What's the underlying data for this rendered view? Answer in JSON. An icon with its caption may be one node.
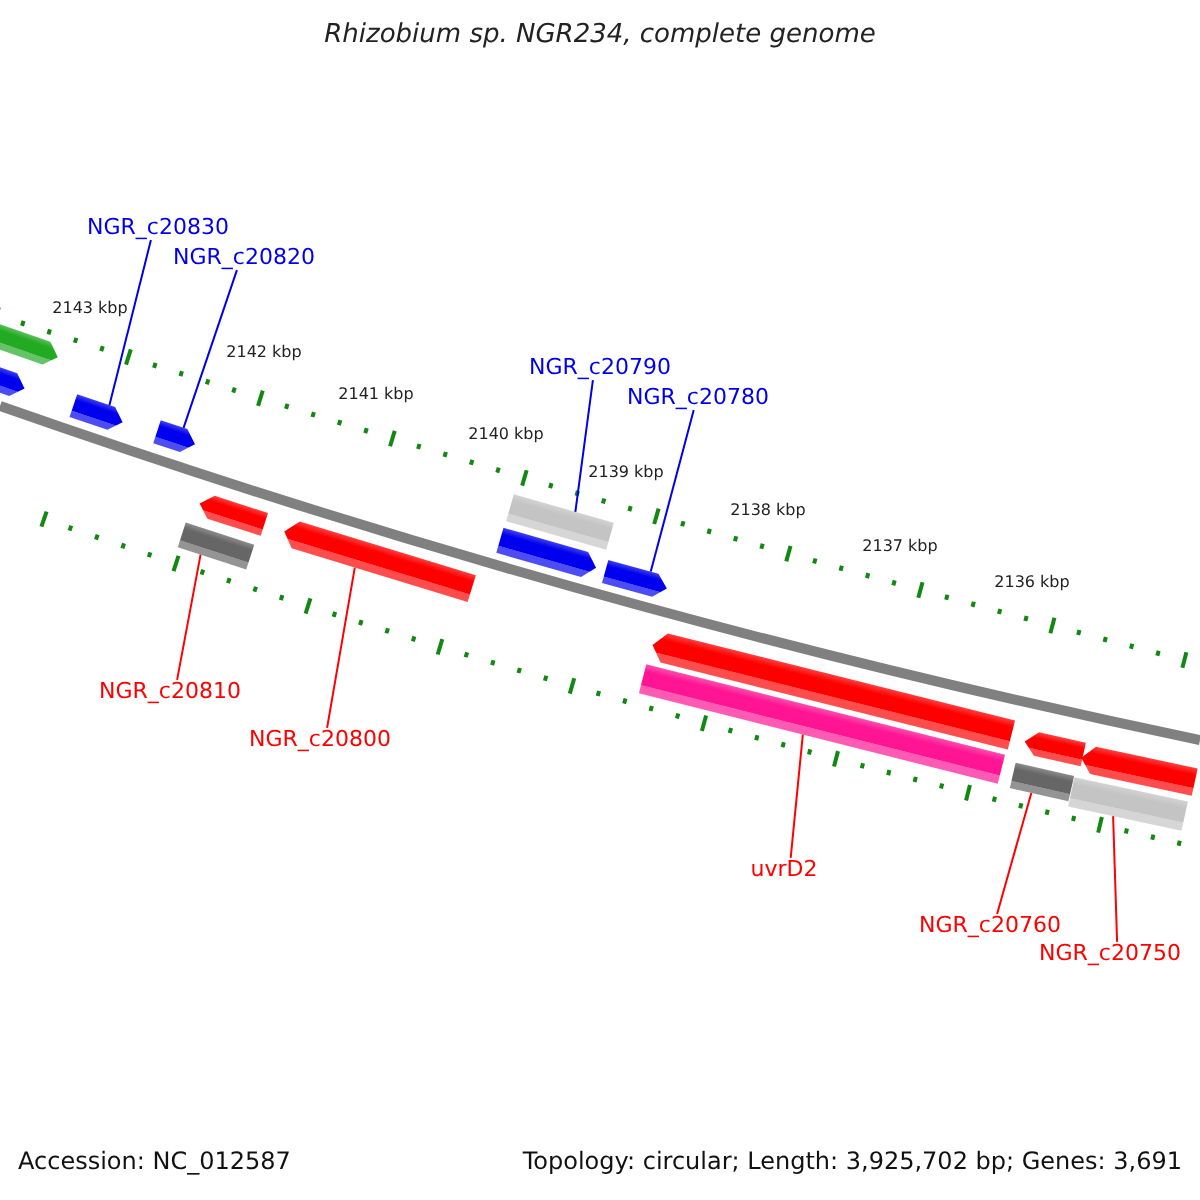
{
  "diagram": {
    "title": "Rhizobium sp. NGR234, complete genome",
    "nodes": [
      {
        "text": [
          "NGR_c20830"
        ]
      },
      {
        "text": [],
        "shape": "bar"
      },
      {
        "text": [
          "NGR_c20820"
        ]
      },
      {
        "text": [],
        "shape": "bar"
      },
      {
        "text": [
          "NGR_c20790"
        ]
      },
      {
        "text": [],
        "shape": "bar"
      },
      {
        "text": [
          "NGR_c20780"
        ]
      },
      {
        "text": [],
        "shape": "bar"
      },
      {
        "text": [
          "NGR_c20810"
        ]
      },
      {
        "text": [],
        "shape": "bar"
      },
      {
        "text": [
          "NGR_c20800"
        ]
      },
      {
        "text": [],
        "shape": "bar"
      },
      {
        "text": [
          "uvrD2"
        ]
      },
      {
        "text": [],
        "shape": "bar"
      },
      {
        "text": [
          "NGR_c20760"
        ]
      },
      {
        "text": [],
        "shape": "bar"
      },
      {
        "text": [
          "NGR_c20750"
        ]
      },
      {
        "text": [],
        "shape": "bar"
      },
      {
        "text": [],
        "shape": "bar"
      },
      {
        "text": [],
        "shape": "bar"
      },
      {
        "text": [],
        "shape": "bar"
      },
      {
        "text": [],
        "shape": "bar"
      },
      {
        "text": [],
        "shape": "bar"
      },
      {
        "text": [],
        "shape": "bar"
      },
      {
        "text": [],
        "shape": "bar"
      }
    ],
    "edges": [
      {
        "from": 0,
        "to": 1,
        "arrow": "none",
        "color": "#0000ee"
      },
      {
        "from": 2,
        "to": 3,
        "arrow": "none",
        "color": "#0000ee"
      },
      {
        "from": 4,
        "to": 5,
        "arrow": "none",
        "color": "#0000ee"
      },
      {
        "from": 6,
        "to": 7,
        "arrow": "none",
        "color": "#0000ee"
      },
      {
        "from": 8,
        "to": 9,
        "arrow": "none"
      },
      {
        "from": 10,
        "to": 11,
        "arrow": "none"
      },
      {
        "from": 12,
        "to": 13,
        "arrow": "none"
      },
      {
        "from": 14,
        "to": 15,
        "arrow": "none"
      },
      {
        "from": 16,
        "to": 17,
        "arrow": "none"
      }
    ],
    "labels": [
      "2143 kbp",
      "2142 kbp",
      "2141 kbp",
      "2140 kbp",
      "2139 kbp",
      "2138 kbp",
      "2137 kbp",
      "2136 kbp",
      "Accession: NC_012587",
      "Topology: circular; Length: 3,925,702 bp; Genes: 3,691"
    ]
  }
}
